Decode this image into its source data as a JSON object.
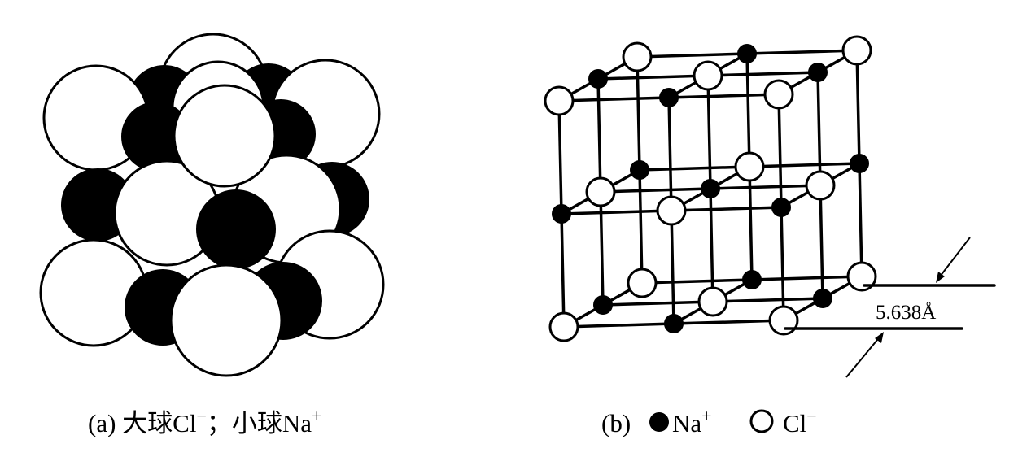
{
  "figure_a": {
    "caption_label": "(a) 大球Cl",
    "caption_sup1": "−",
    "caption_sep": "；",
    "caption_small": "小球Na",
    "caption_sup2": "+"
  },
  "figure_b": {
    "caption_label": "(b)",
    "legend_na": "Na",
    "legend_na_sup": "+",
    "legend_cl": "Cl",
    "legend_cl_sup": "−",
    "lattice_constant": "5.638Å"
  },
  "colors": {
    "na": "#000000",
    "cl": "#ffffff",
    "line": "#000000"
  }
}
